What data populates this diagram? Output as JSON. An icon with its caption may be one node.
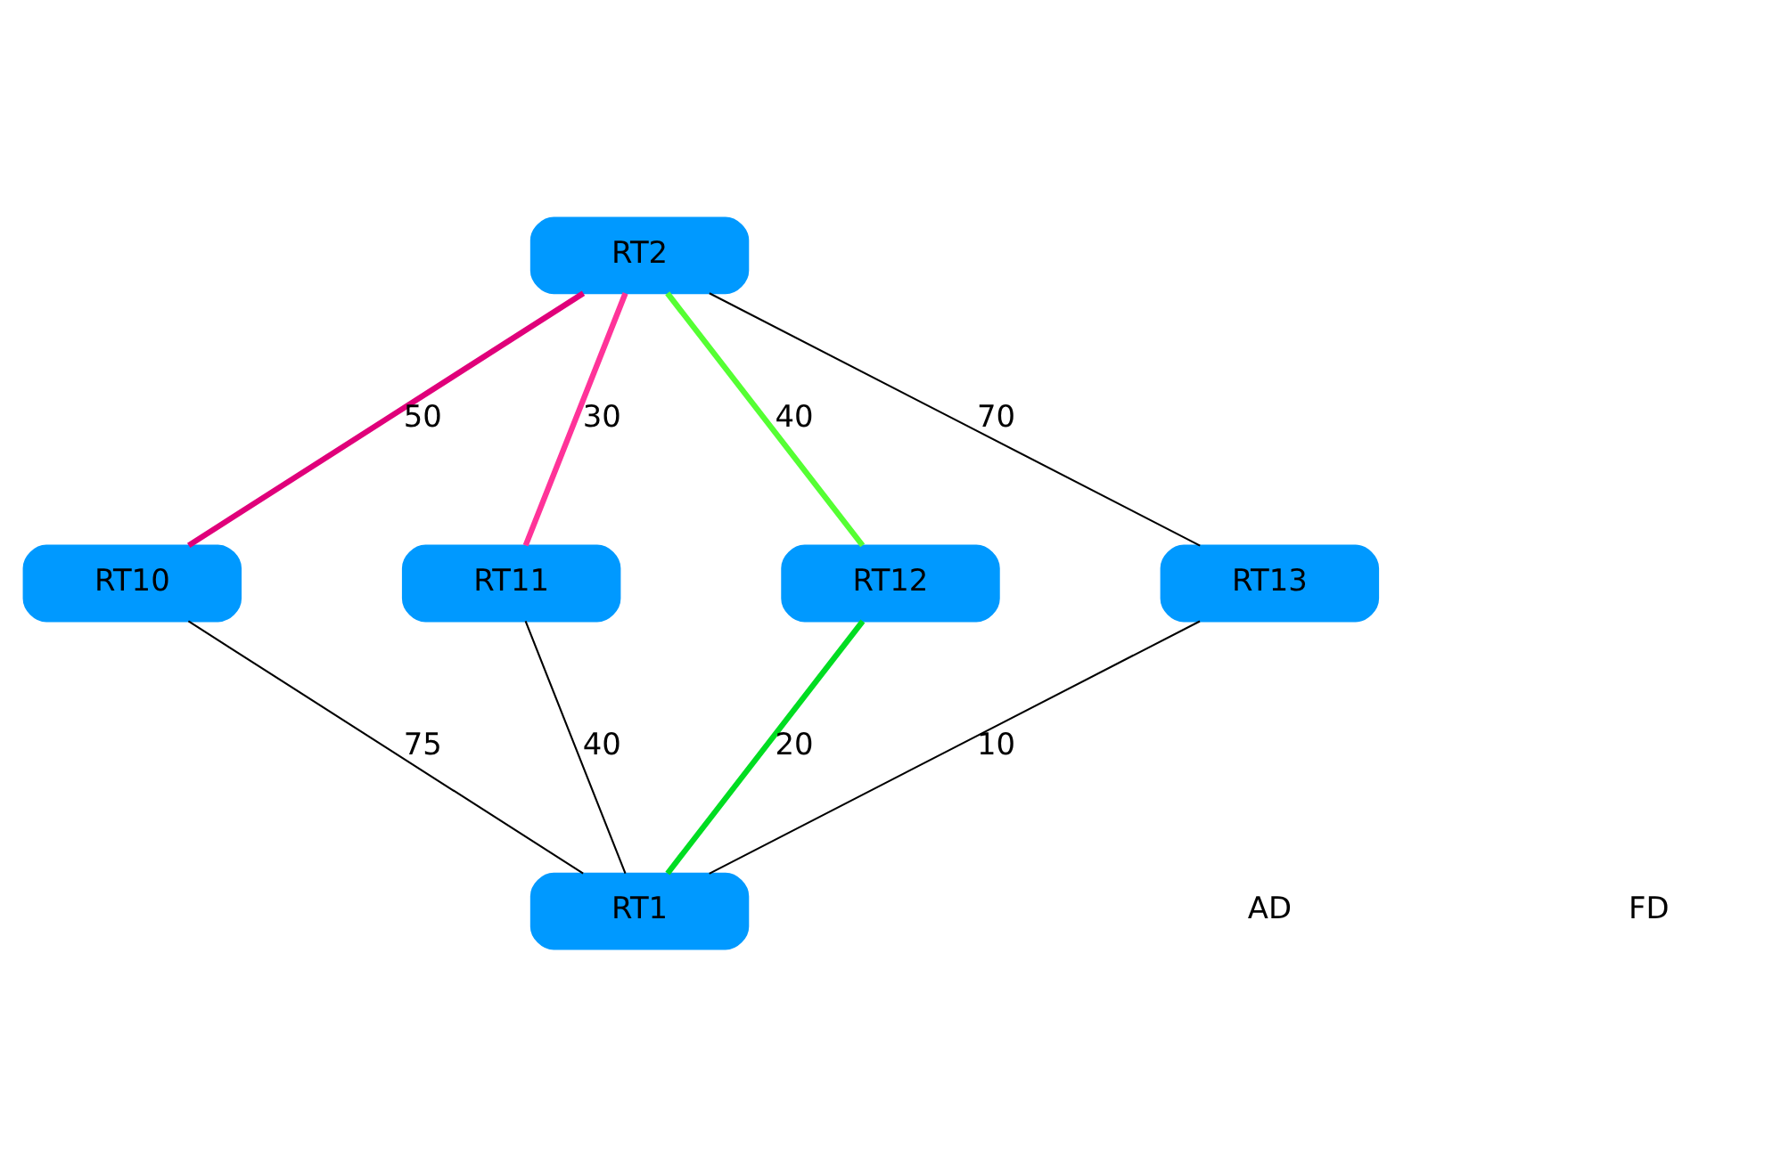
{
  "diagram": {
    "nodes": [
      {
        "text": [
          "RT2"
        ]
      },
      {
        "text": [
          "RT10"
        ]
      },
      {
        "text": [
          "RT11"
        ]
      },
      {
        "text": [
          "RT12"
        ]
      },
      {
        "text": [
          "RT13"
        ]
      },
      {
        "text": [
          "RT1"
        ]
      }
    ],
    "edges": [
      {
        "from": 0,
        "to": 1,
        "arrow": "none",
        "label": "50",
        "style": "thick",
        "color": "#e0007a"
      },
      {
        "from": 0,
        "to": 2,
        "arrow": "none",
        "label": "30",
        "style": "thick",
        "color": "#ff3399"
      },
      {
        "from": 0,
        "to": 3,
        "arrow": "none",
        "label": "40",
        "style": "thick",
        "color": "#55ff33"
      },
      {
        "from": 0,
        "to": 4,
        "arrow": "none",
        "label": "70"
      },
      {
        "from": 1,
        "to": 5,
        "arrow": "none",
        "label": "75"
      },
      {
        "from": 2,
        "to": 5,
        "arrow": "none",
        "label": "40"
      },
      {
        "from": 3,
        "to": 5,
        "arrow": "none",
        "label": "20",
        "style": "thick",
        "color": "#00dd22"
      },
      {
        "from": 4,
        "to": 5,
        "arrow": "none",
        "label": "10"
      }
    ],
    "labels": [
      "AD",
      "FD"
    ]
  }
}
